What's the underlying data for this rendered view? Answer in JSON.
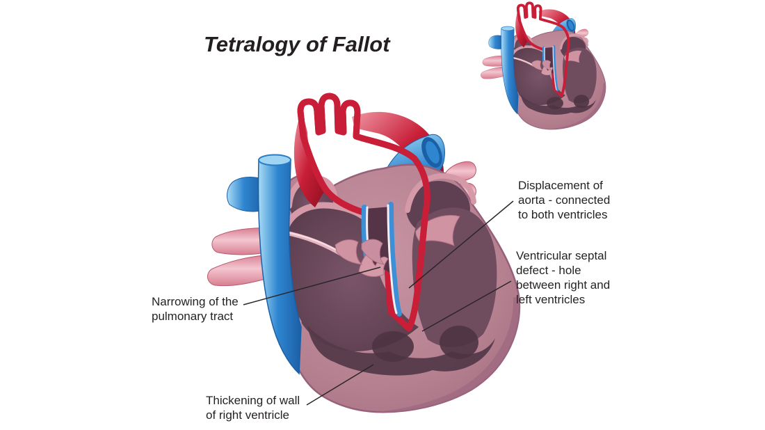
{
  "title": "Tetralogy of Fallot",
  "labels": {
    "displacement": "Displacement of\naorta -  connected\nto both ventricles",
    "vsd": "Ventricular septal\ndefect - hole\nbetween right and\nleft ventricles",
    "narrowing": "Narrowing of the\npulmonary tract",
    "thickening": "Thickening of wall\nof right ventricle"
  },
  "illustration": {
    "subject": "cut-away heart with tetralogy of Fallot defects",
    "views": [
      "large-annotated-heart",
      "small-inset-heart-top-right"
    ]
  },
  "colors": {
    "background": "#ffffff",
    "title_color": "#231f20",
    "label_color": "#262223",
    "leader": "#2b2627",
    "body": "#b5808f",
    "body_light": "#c795a4",
    "body_edge": "#96607a",
    "rim_pink": "#d59aa8",
    "cavity_mid": "#7a5569",
    "cavity_dark": "#573a4a",
    "cavity_darker": "#4e3443",
    "lv_cavity": "#6f4d5f",
    "lumen_maroon": "#5a3546",
    "red_main": "#c81e37",
    "red_light": "#ef97a4",
    "red_dark": "#8e1022",
    "blue_main": "#2f86d0",
    "blue_light": "#a8dcf5",
    "blue_dark": "#1b5fa6",
    "pink_tube": "#d87e92",
    "pink_tube_light": "#f3c6cf",
    "white_rim": "#f6eef1"
  }
}
